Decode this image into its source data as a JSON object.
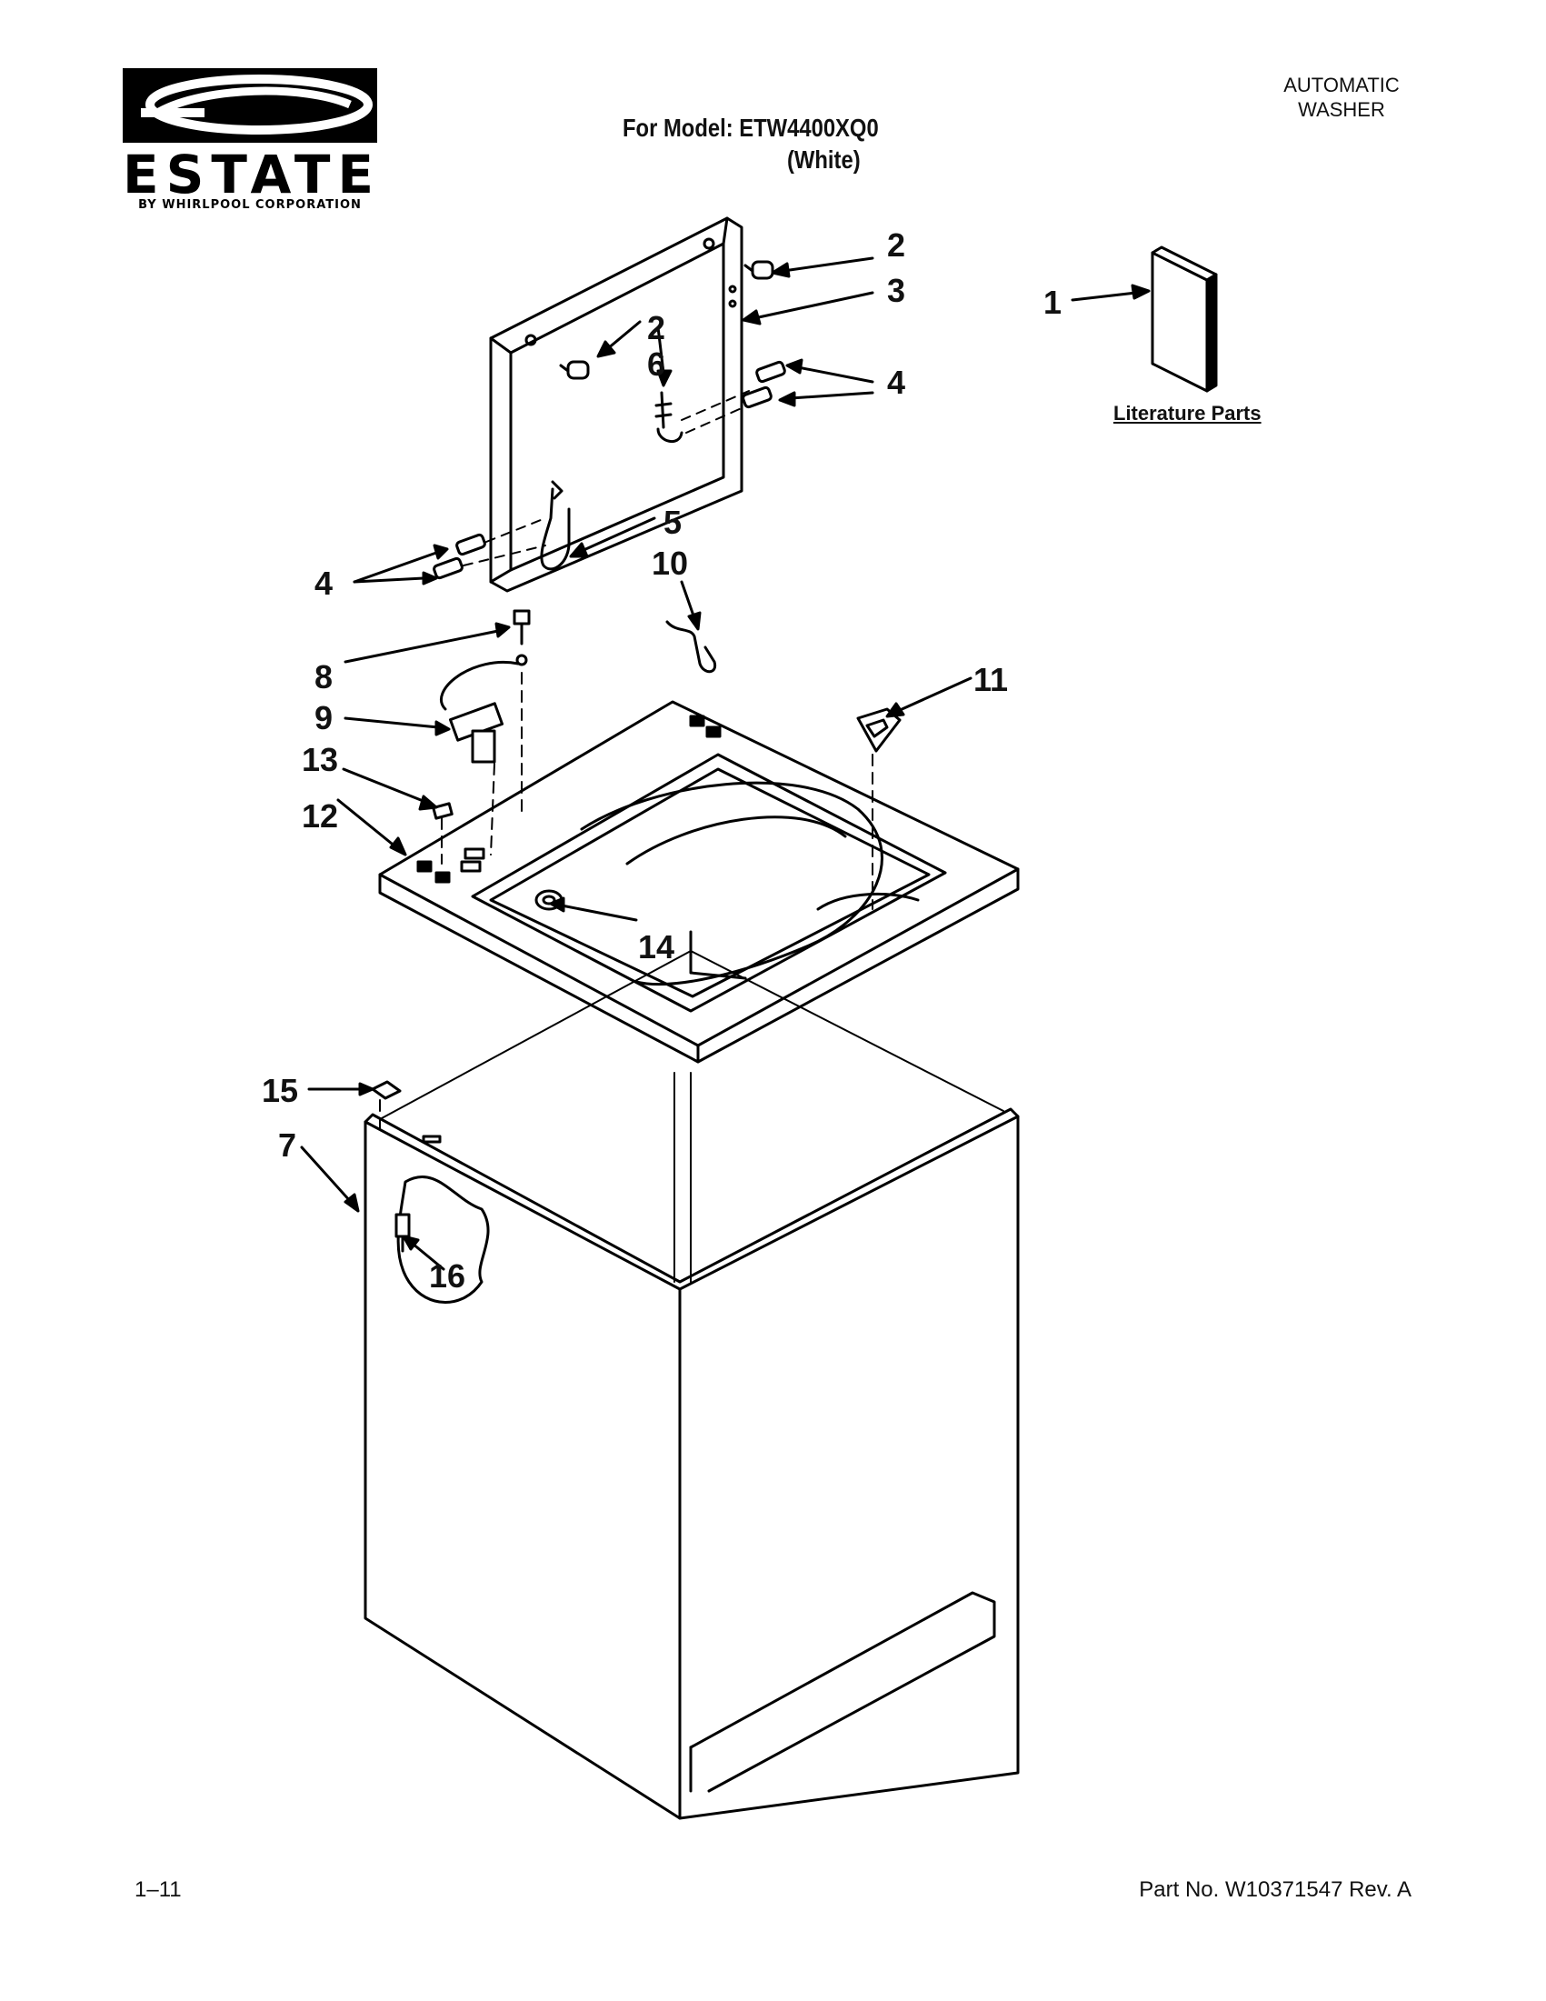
{
  "brand": {
    "name": "ESTATE",
    "tagline": "BY WHIRLPOOL CORPORATION"
  },
  "header": {
    "model_line": "For Model: ETW4400XQ0",
    "color_line": "(White)",
    "product_line1": "AUTOMATIC",
    "product_line2": "WASHER"
  },
  "literature_label": "Literature Parts",
  "callouts": {
    "c1": "1",
    "c2a": "2",
    "c2b": "2",
    "c3": "3",
    "c4a": "4",
    "c4b": "4",
    "c5": "5",
    "c6": "6",
    "c7": "7",
    "c8": "8",
    "c9": "9",
    "c10": "10",
    "c11": "11",
    "c12": "12",
    "c13": "13",
    "c14": "14",
    "c15": "15",
    "c16": "16"
  },
  "footer": {
    "page": "1–11",
    "part_number": "Part No. W10371547 Rev. A"
  }
}
